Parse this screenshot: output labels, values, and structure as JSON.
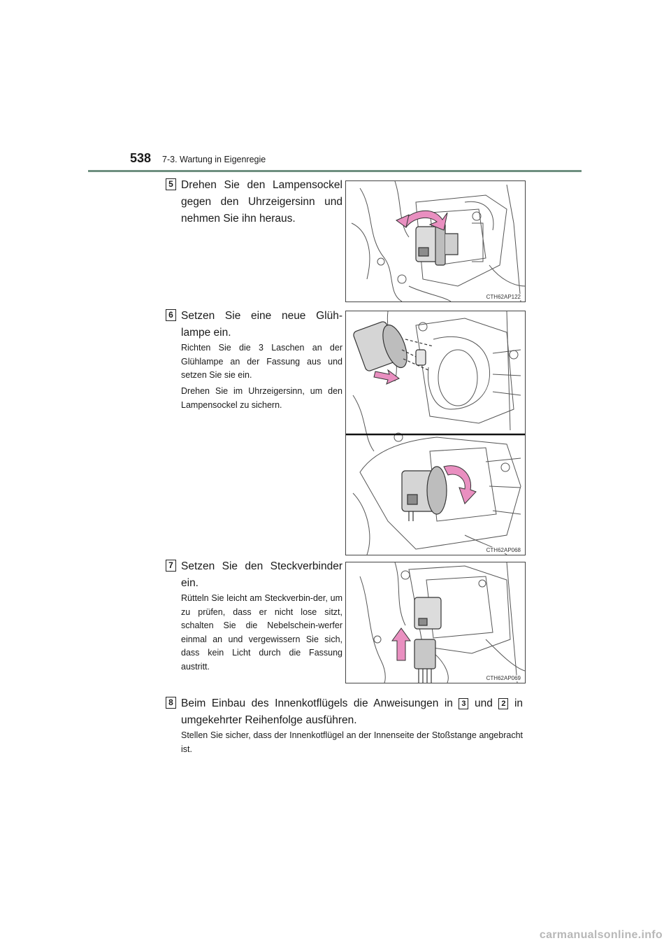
{
  "header": {
    "page_number": "538",
    "section": "7-3. Wartung in Eigenregie"
  },
  "steps": [
    {
      "number": "5",
      "text": "Drehen Sie den Lampensockel gegen den Uhrzeigersinn und nehmen Sie ihn heraus.",
      "notes": [],
      "figure_code": "CTH62AP122"
    },
    {
      "number": "6",
      "text": "Setzen Sie eine neue Glüh-lampe ein.",
      "notes": [
        "Richten Sie die 3 Laschen an der Glühlampe an der Fassung aus und setzen Sie sie ein.",
        "Drehen Sie im Uhrzeigersinn, um den Lampensockel zu sichern."
      ],
      "figure_code": "CTH62AP068"
    },
    {
      "number": "7",
      "text": "Setzen Sie den Steckverbinder ein.",
      "notes": [
        "Rütteln Sie leicht am Steckverbin-der, um zu prüfen, dass er nicht lose sitzt, schalten Sie die Nebelschein-werfer einmal an und vergewissern Sie sich, dass kein Licht durch die Fassung austritt."
      ],
      "figure_code": "CTH62AP069"
    },
    {
      "number": "8",
      "text_before": "Beim Einbau des Innenkotflügels die Anweisungen in",
      "ref_a": "3",
      "text_middle": "und",
      "ref_b": "2",
      "text_after": "in umgekehrter Reihenfolge ausführen.",
      "notes": [
        "Stellen Sie sicher, dass der Innenkotflügel an der Innenseite der Stoßstange angebracht ist."
      ]
    }
  ],
  "colors": {
    "header_rule": "#6e8f7f",
    "arrow_pink": "#e98fc0"
  },
  "watermark": "carmanualsonline.info"
}
